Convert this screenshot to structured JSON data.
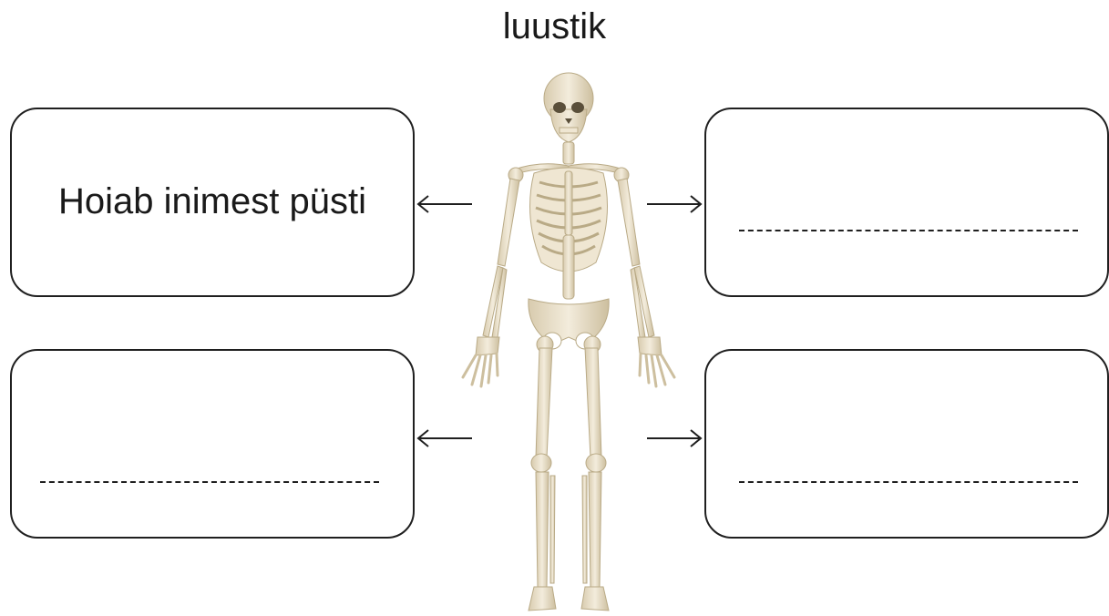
{
  "title": "luustik",
  "boxes": {
    "top_left": {
      "text": "Hoiab inimest püsti"
    },
    "top_right": {
      "text": ""
    },
    "bottom_left": {
      "text": ""
    },
    "bottom_right": {
      "text": ""
    }
  },
  "colors": {
    "outline": "#1f1f1f",
    "bone": "#ece3cf",
    "bone_shadow": "#cdbf9f"
  },
  "icons": {
    "skeleton": "human-skeleton-illustration",
    "arrow": "arrow-icon"
  }
}
